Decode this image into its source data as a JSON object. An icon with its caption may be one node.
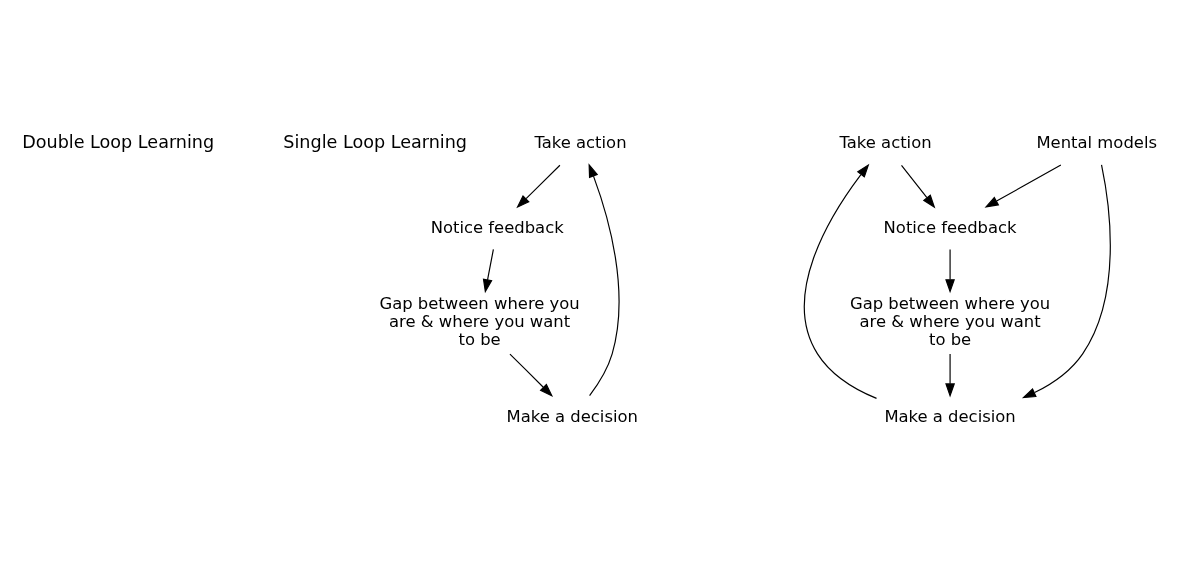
{
  "diagram": {
    "nodes": [
      {
        "text": [
          "Take action"
        ]
      },
      {
        "text": [
          "Notice feedback"
        ]
      },
      {
        "text": [
          "Gap between where you are & where you want to be"
        ]
      },
      {
        "text": [
          "Make a decision"
        ]
      },
      {
        "text": [
          "Take action"
        ]
      },
      {
        "text": [
          "Notice feedback"
        ]
      },
      {
        "text": [
          "Gap between where you are & where you want to be"
        ]
      },
      {
        "text": [
          "Make a decision"
        ]
      },
      {
        "text": [
          "Mental models"
        ]
      }
    ],
    "edges": [
      {
        "from": 0,
        "to": 1,
        "arrow": "to"
      },
      {
        "from": 1,
        "to": 2,
        "arrow": "to"
      },
      {
        "from": 2,
        "to": 3,
        "arrow": "to"
      },
      {
        "from": 3,
        "to": 0,
        "arrow": "to"
      },
      {
        "from": 4,
        "to": 5,
        "arrow": "to"
      },
      {
        "from": 5,
        "to": 6,
        "arrow": "to"
      },
      {
        "from": 6,
        "to": 7,
        "arrow": "to"
      },
      {
        "from": 7,
        "to": 4,
        "arrow": "to"
      },
      {
        "from": 8,
        "to": 7,
        "arrow": "to"
      },
      {
        "from": 8,
        "to": 5,
        "arrow": "to"
      }
    ],
    "labels": [
      "Double Loop Learning",
      "Single Loop Learning"
    ]
  }
}
